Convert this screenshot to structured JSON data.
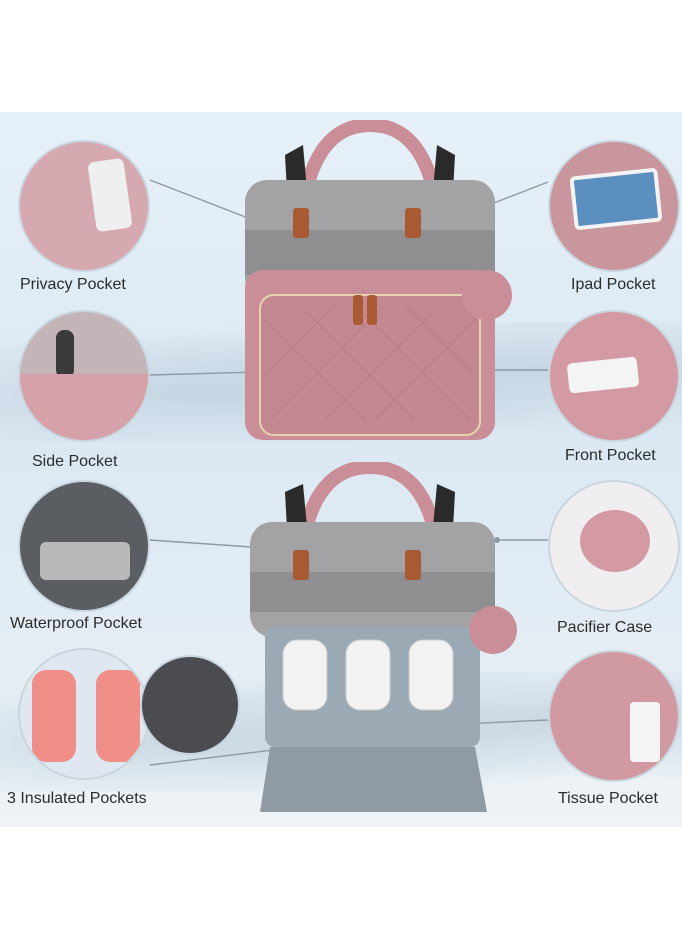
{
  "labels": {
    "privacy_pocket": "Privacy Pocket",
    "ipad_pocket": "Ipad Pocket",
    "side_pocket": "Side Pocket",
    "front_pocket": "Front Pocket",
    "waterproof_pocket": "Waterproof Pocket",
    "pacifier_case": "Pacifier Case",
    "insulated_pockets": "3 Insulated Pockets",
    "tissue_pocket": "Tissue Pocket"
  },
  "colors": {
    "bag_pink": "#c98e97",
    "bag_grey": "#a3a3a6",
    "strap_brown": "#a85a32",
    "lining_grey": "#9aa9b4",
    "leader_line": "#8a9aa6"
  }
}
